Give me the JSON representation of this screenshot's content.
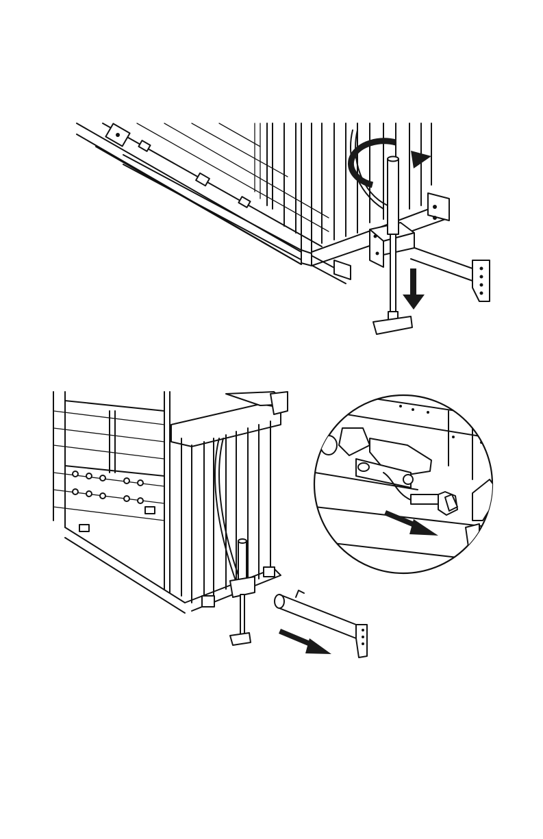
{
  "figures": [
    {
      "id": "jack-lowering",
      "icons": [
        "rotate-clockwise-arrow-icon",
        "down-arrow-icon"
      ]
    },
    {
      "id": "tow-bar-removal",
      "icons": [
        "pull-out-arrow-icon"
      ]
    },
    {
      "id": "pin-detail-inset",
      "icons": [
        "pull-out-arrow-icon"
      ]
    }
  ],
  "colors": {
    "line": "#111111",
    "arrow": "#1a1a1a",
    "background": "#ffffff"
  }
}
